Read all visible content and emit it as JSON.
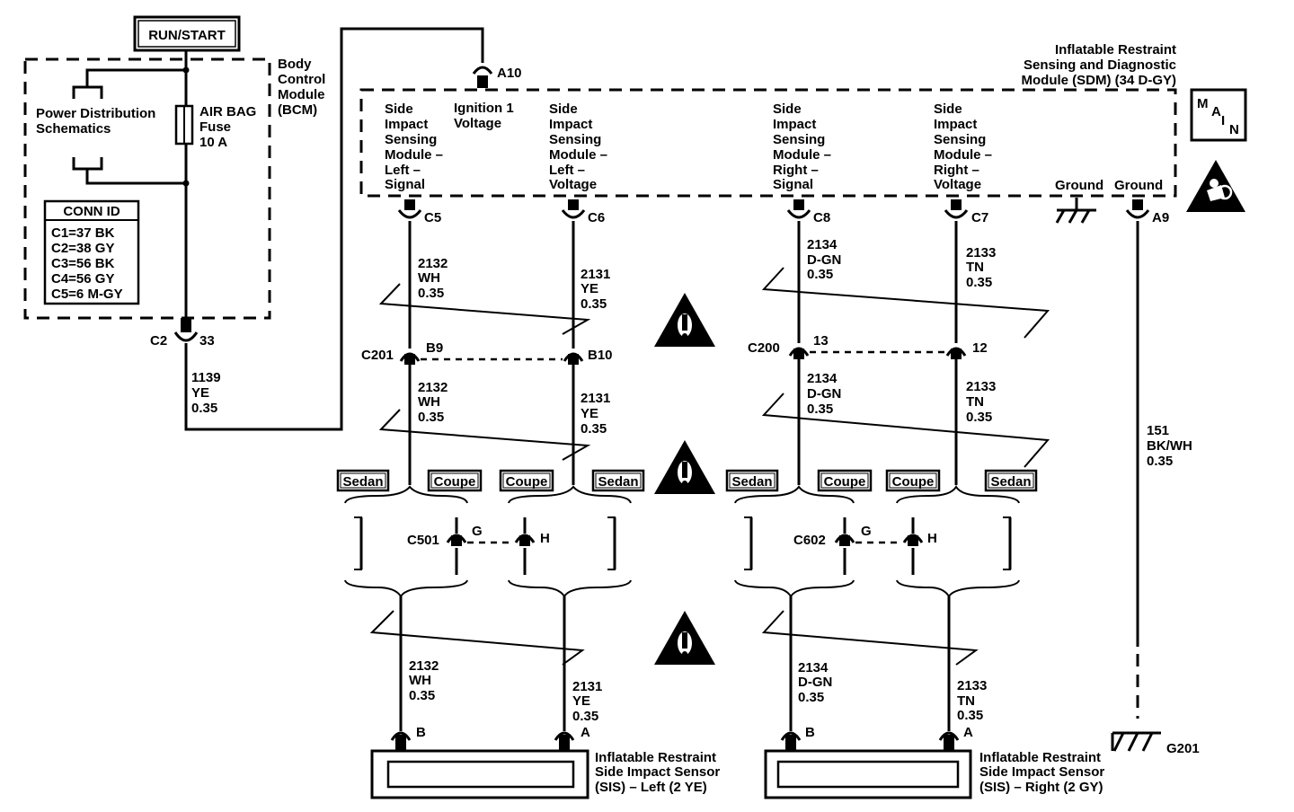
{
  "run_start": "RUN/START",
  "bcm": {
    "label": [
      "Body",
      "Control",
      "Module",
      "(BCM)"
    ],
    "power_distribution": [
      "Power Distribution",
      "Schematics"
    ],
    "fuse": [
      "AIR BAG",
      "Fuse",
      "10 A"
    ],
    "conn_id_title": "CONN ID",
    "conn_id": [
      "C1=37 BK",
      "C2=38 GY",
      "C3=56 BK",
      "C4=56 GY",
      "C5=6 M-GY"
    ],
    "connector": "C2",
    "pin": "33",
    "wire": [
      "1139",
      "YE",
      "0.35"
    ]
  },
  "sdm": {
    "label": [
      "Inflatable Restraint",
      "Sensing and Diagnostic",
      "Module (SDM) (34 D-GY)"
    ],
    "a10": "A10",
    "ignition": [
      "Ignition 1",
      "Voltage"
    ],
    "left_signal": [
      "Side",
      "Impact",
      "Sensing",
      "Module –",
      "Left –",
      "Signal"
    ],
    "left_voltage": [
      "Side",
      "Impact",
      "Sensing",
      "Module –",
      "Left –",
      "Voltage"
    ],
    "right_signal": [
      "Side",
      "Impact",
      "Sensing",
      "Module –",
      "Right –",
      "Signal"
    ],
    "right_voltage": [
      "Side",
      "Impact",
      "Sensing",
      "Module –",
      "Right –",
      "Voltage"
    ],
    "ground1": "Ground",
    "ground2": "Ground",
    "pins": {
      "c5": "C5",
      "c6": "C6",
      "c8": "C8",
      "c7": "C7",
      "a9": "A9"
    }
  },
  "main_badge": [
    "M",
    "A",
    "I",
    "N"
  ],
  "wires": {
    "w2132": [
      "2132",
      "WH",
      "0.35"
    ],
    "w2131": [
      "2131",
      "YE",
      "0.35"
    ],
    "w2134": [
      "2134",
      "D-GN",
      "0.35"
    ],
    "w2133": [
      "2133",
      "TN",
      "0.35"
    ],
    "w151": [
      "151",
      "BK/WH",
      "0.35"
    ]
  },
  "connectors": {
    "c201": "C201",
    "b9": "B9",
    "b10": "B10",
    "c200": "C200",
    "p13": "13",
    "p12": "12",
    "c501": "C501",
    "g1": "G",
    "h1": "H",
    "c602": "C602",
    "g2": "G",
    "h2": "H",
    "left_b": "B",
    "left_a": "A",
    "right_b": "B",
    "right_a": "A"
  },
  "options": {
    "sedan": "Sedan",
    "coupe": "Coupe"
  },
  "ground_g201": "G201",
  "sensor_left": [
    "Inflatable Restraint",
    "Side Impact Sensor",
    "(SIS) – Left (2 YE)"
  ],
  "sensor_right": [
    "Inflatable Restraint",
    "Side Impact Sensor",
    "(SIS) – Right (2 GY)"
  ]
}
